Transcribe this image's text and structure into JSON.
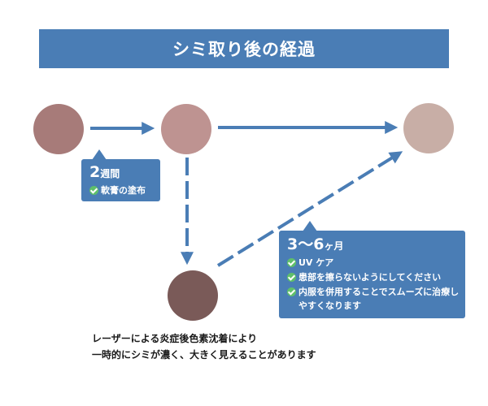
{
  "title": "シミ取り後の経過",
  "spots": [
    {
      "name": "before",
      "color": "#a77b79"
    },
    {
      "name": "after-2-weeks",
      "color": "#be9391"
    },
    {
      "name": "darkened",
      "color": "#7a5a58"
    },
    {
      "name": "faded",
      "color": "#c8aea6"
    }
  ],
  "accent_color": "#4a7db5",
  "check_color": "#5fbf6a",
  "callout_2w": {
    "num": "2",
    "unit": "週間",
    "items": [
      "軟膏の塗布"
    ]
  },
  "callout_3m": {
    "num": "3〜6",
    "unit": "ヶ月",
    "items": [
      "UV ケア",
      "患部を擦らないようにしてください",
      "内服を併用することでスムーズに治療しやすくなります"
    ]
  },
  "caption": {
    "line1": "レーザーによる炎症後色素沈着により",
    "line2": "一時的にシミが濃く、大きく見えることがあります"
  }
}
